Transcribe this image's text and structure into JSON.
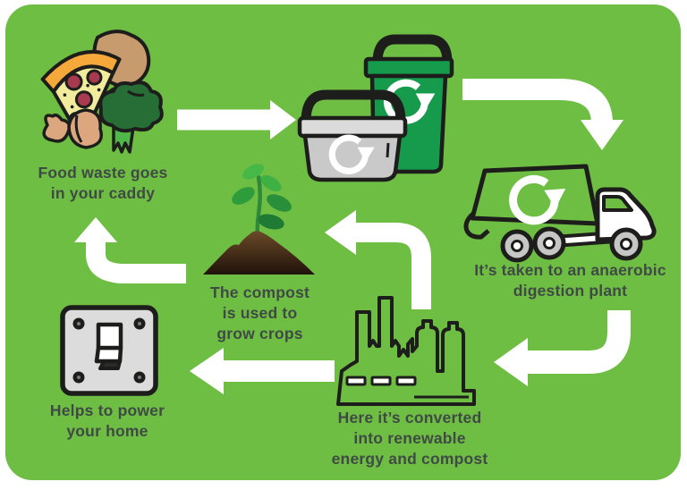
{
  "colors": {
    "page_bg": "#ffffff",
    "panel_green": "#6fbe44",
    "outline_dark": "#1d1d1b",
    "label_text": "#3f4a44",
    "arrow_white": "#ffffff",
    "bin_green": "#169a4b",
    "caddy_grey": "#c9c9ca",
    "caddy_lid_grey": "#dbdbdc",
    "wheel_grey": "#c6c6c7",
    "switch_plate_grey": "#dcdcdd",
    "toggle_shadow_grey": "#2c2c2c",
    "soil_brown_top": "#6b4a28",
    "soil_brown_bottom": "#20120a",
    "stem_green": "#2e8a39",
    "leaf_green_light": "#46b848",
    "leaf_green_dark": "#1f7a33",
    "pizza_crust_orange": "#f6a93a",
    "pizza_cheese_yellow": "#f1eb9e",
    "pepperoni_red": "#a83a50",
    "drumstick_tan": "#c89b6f",
    "bone_white": "#ffffff",
    "onion_peel_tan": "#dca77f",
    "broccoli_dark_green": "#266e36",
    "broccoli_stalk_green": "#4fb848"
  },
  "labels": {
    "food_waste": [
      "Food waste goes",
      "in your caddy"
    ],
    "anaerobic_plant": [
      "It’s taken to an anaerobic",
      "digestion plant"
    ],
    "compost": [
      "The compost",
      "is used to",
      "grow crops"
    ],
    "converted": [
      "Here it’s converted",
      "into renewable",
      "energy and compost"
    ],
    "power_home": [
      "Helps to power",
      "your home"
    ]
  },
  "icons": [
    "food-waste-icon",
    "wheelie-bin-icon",
    "food-caddy-icon",
    "recycle-icon",
    "garbage-truck-icon",
    "factory-icon",
    "seedling-compost-icon",
    "light-switch-icon",
    "arrow-right-icon",
    "arrow-curve-right-down-icon",
    "arrow-curve-down-left-icon",
    "arrow-curve-up-left-icon",
    "arrow-left-icon",
    "arrow-curve-left-up-icon"
  ]
}
